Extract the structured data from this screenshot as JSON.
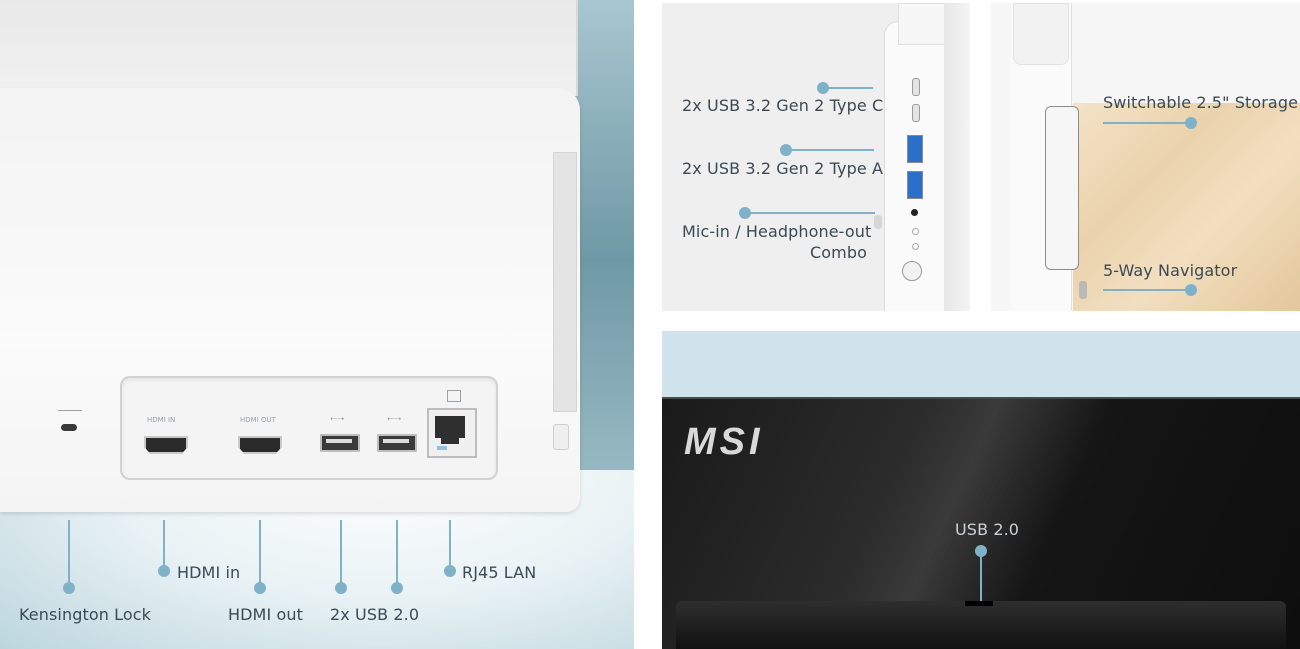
{
  "left_panel": {
    "callouts": {
      "kensington": "Kensington Lock",
      "hdmi_in": "HDMI in",
      "hdmi_out": "HDMI out",
      "usb20": "2x USB 2.0",
      "rj45": "RJ45 LAN"
    },
    "port_labels": {
      "hdmi_in": "HDMI IN",
      "hdmi_out": "HDMI OUT"
    }
  },
  "side_panel": {
    "callouts": {
      "usb_c": "2x USB 3.2 Gen 2 Type C",
      "usb_a": "2x USB 3.2 Gen 2 Type A",
      "audio_line1": "Mic-in / Headphone-out",
      "audio_line2": "Combo"
    }
  },
  "back_panel": {
    "callouts": {
      "storage": "Switchable 2.5\" Storage",
      "navigator": "5-Way Navigator"
    }
  },
  "front_panel": {
    "logo": "MSI",
    "callout": "USB 2.0"
  },
  "colors": {
    "callout_line": "#7fb2c8",
    "text": "#3b4a54"
  }
}
